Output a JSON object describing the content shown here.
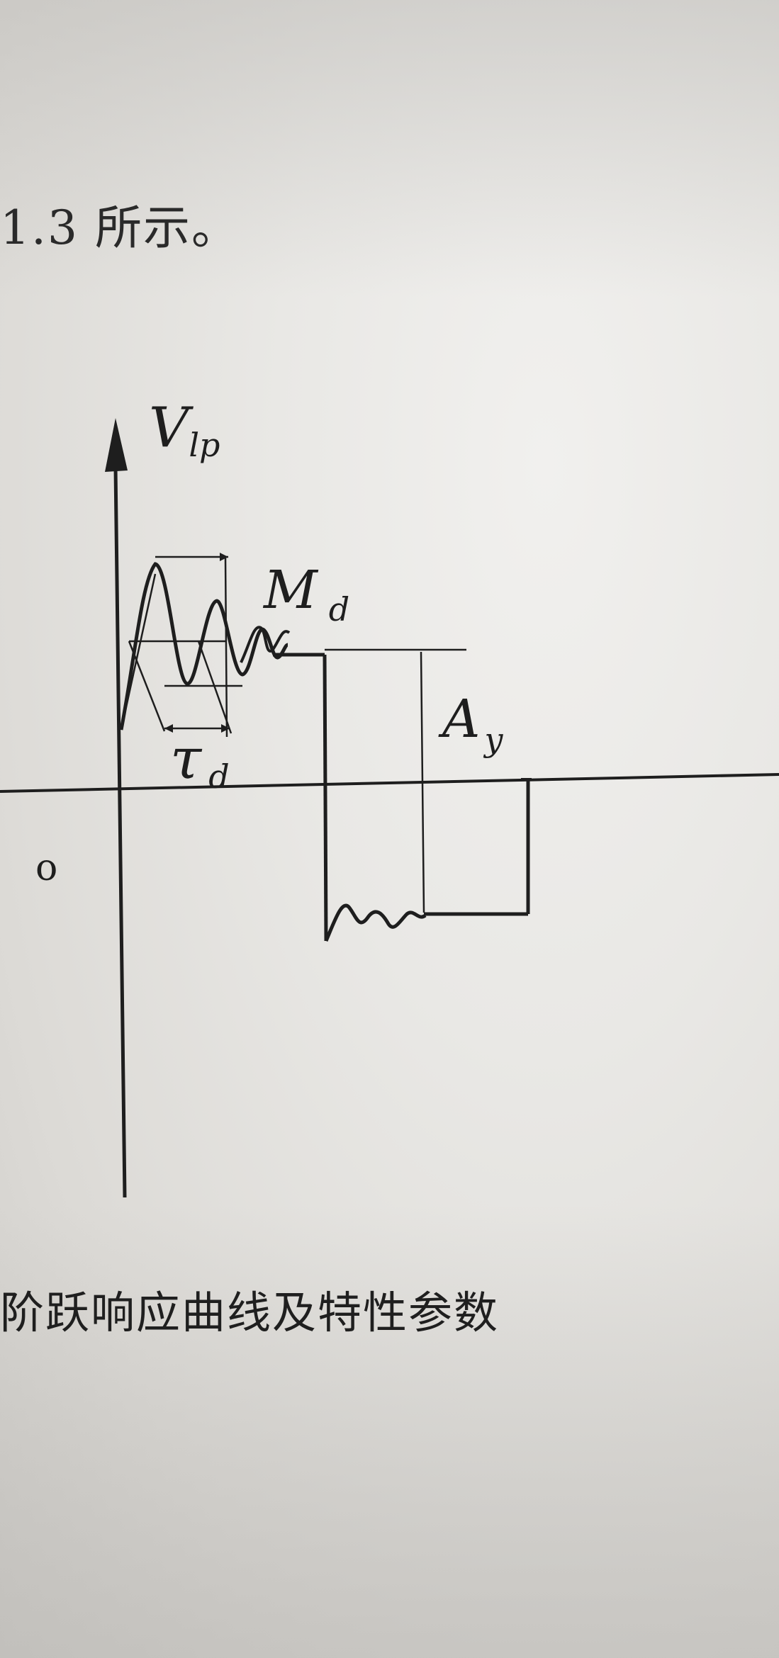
{
  "page": {
    "top_text": "1.3 所示。",
    "caption": "阶跃响应曲线及特性参数"
  },
  "diagram": {
    "axis_y_label_main": "V",
    "axis_y_label_sub": "lp",
    "origin_label": "o",
    "label_Md_main": "M",
    "label_Md_sub": "d",
    "label_tau_main": "τ",
    "label_tau_sub": "d",
    "label_Ay_main": "A",
    "label_Ay_sub": "y"
  },
  "colors": {
    "ink": "#1e1e1e",
    "paper": "#e9e8e5"
  }
}
